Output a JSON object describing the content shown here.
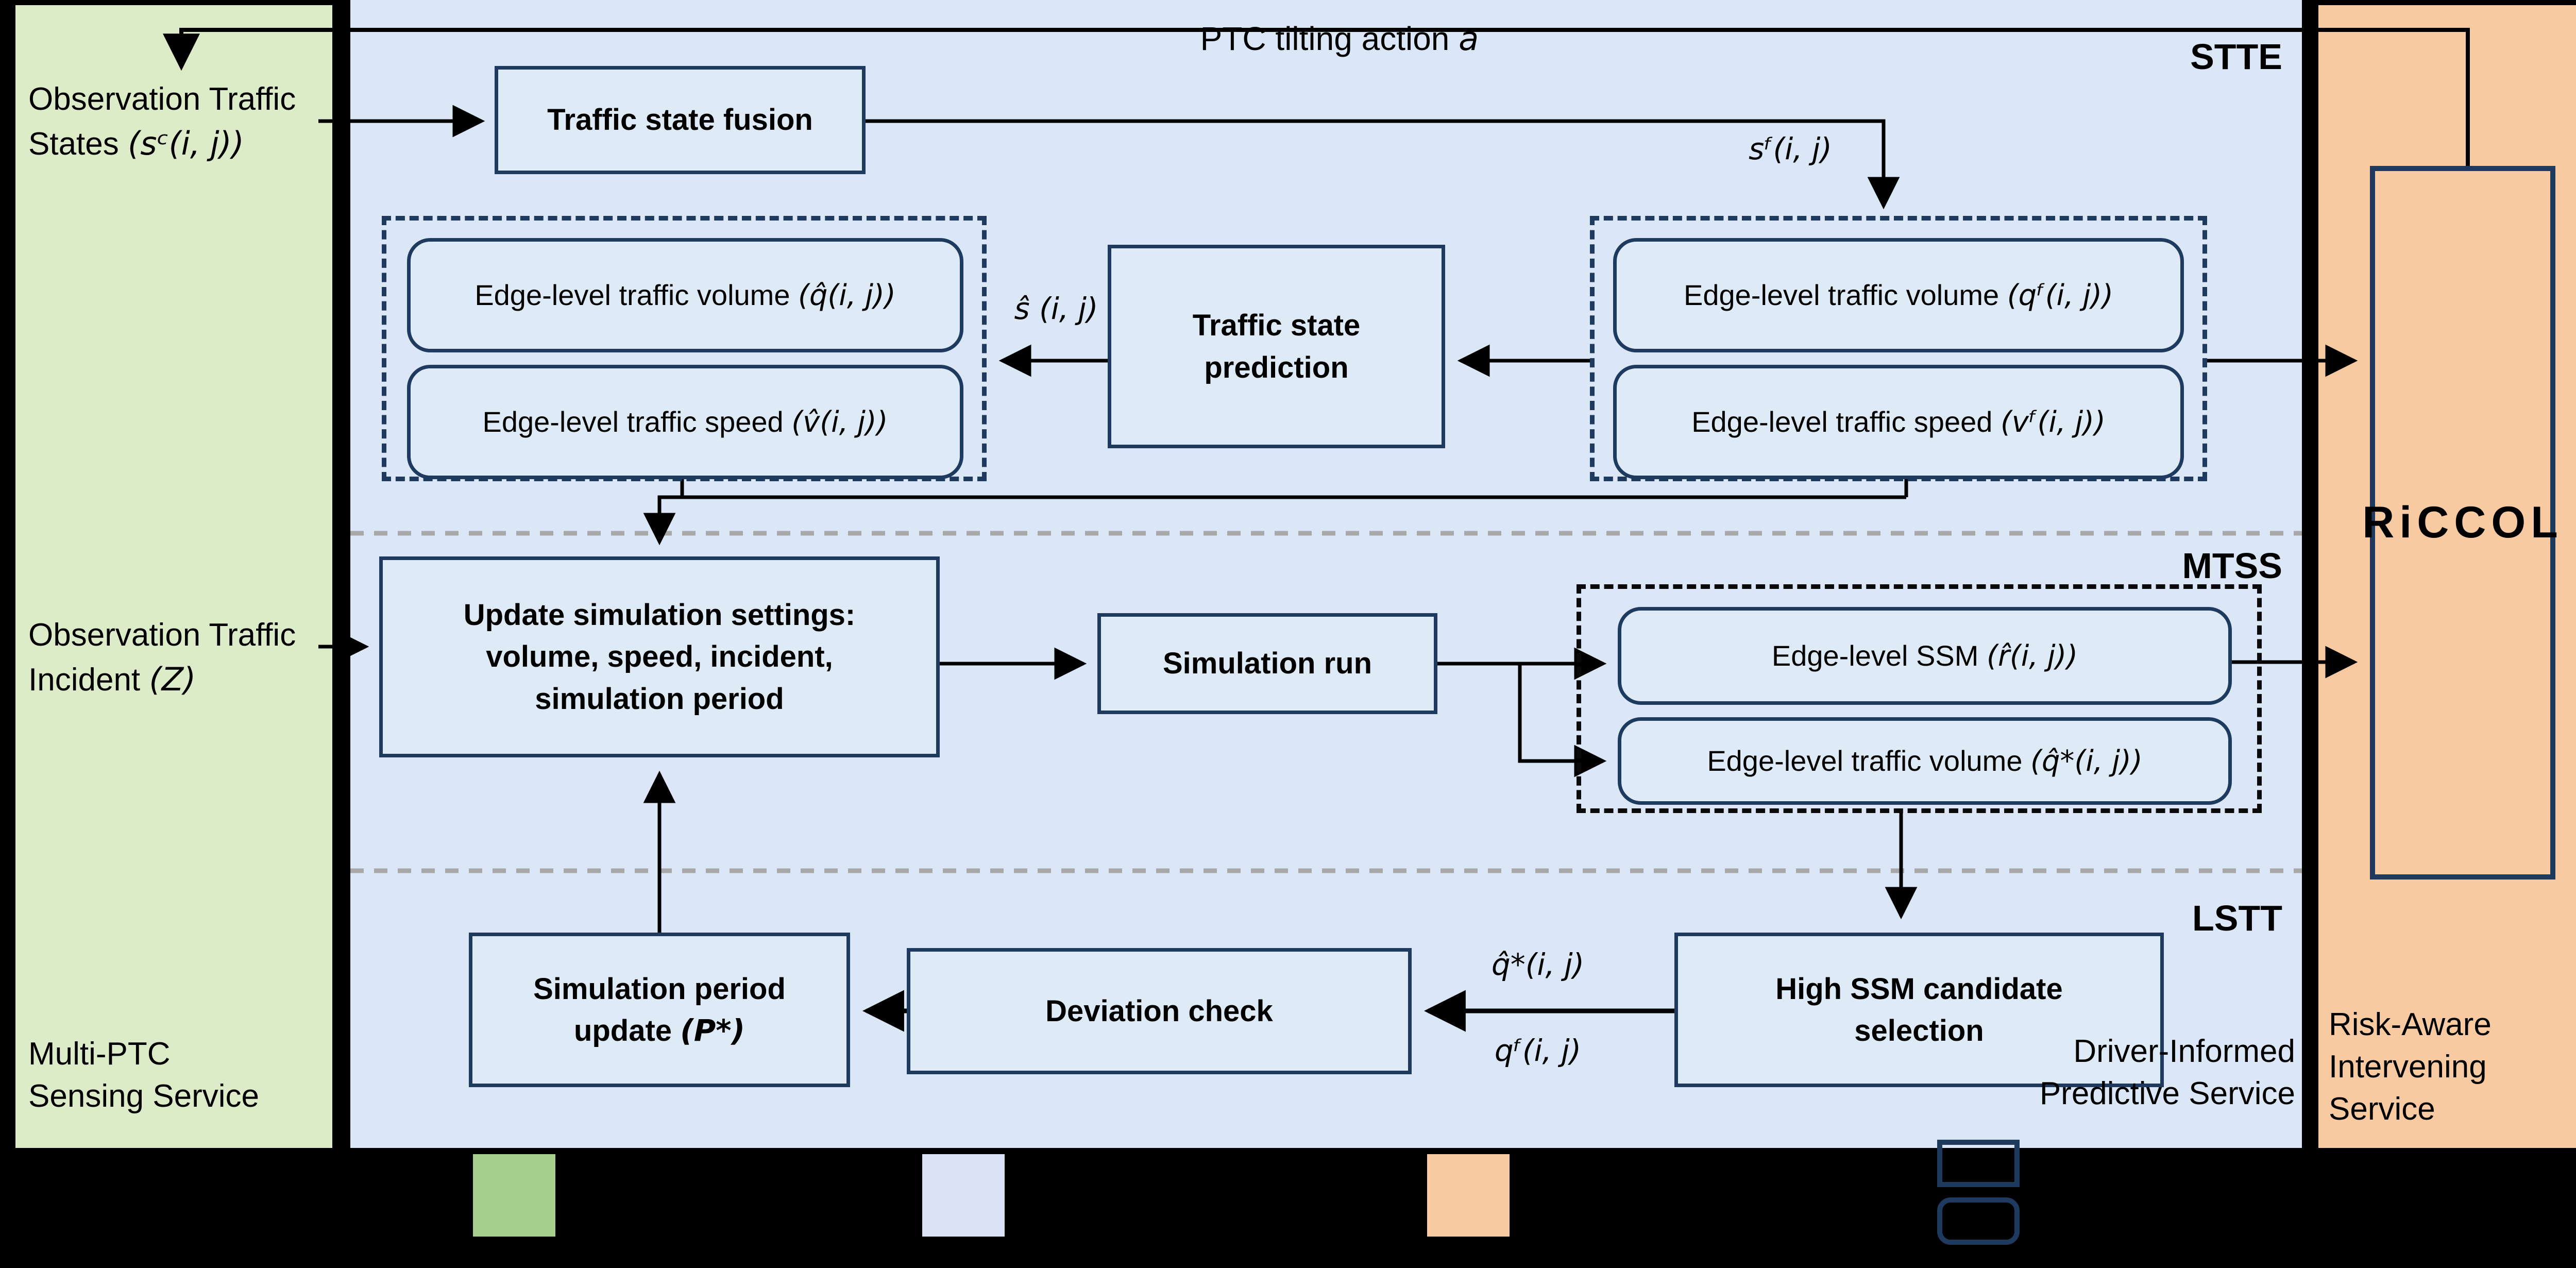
{
  "top": {
    "ptc_label": {
      "text": "PTC tilting action ",
      "math": "a"
    }
  },
  "sections": {
    "stte": "STTE",
    "mtss": "MTSS",
    "lstt": "LSTT"
  },
  "green_panel": {
    "states": {
      "line1": "Observation Traffic",
      "line2_text": "States ",
      "line2_math": "(sᶜ(i, j))"
    },
    "incident": {
      "line1": "Observation Traffic",
      "line2_text": "Incident ",
      "line2_math": "(Z)"
    },
    "footer": {
      "line1": "Multi-PTC",
      "line2": "Sensing Service"
    }
  },
  "blue_panel": {
    "fusion": "Traffic state fusion",
    "prediction": {
      "line1": "Traffic state",
      "line2": "prediction"
    },
    "stte_left": {
      "volume": {
        "text": "Edge-level traffic volume ",
        "math": "(q̂(i, j))"
      },
      "speed": {
        "text": "Edge-level traffic speed ",
        "math": "(v̂(i, j))"
      }
    },
    "stte_right": {
      "volume": {
        "text": "Edge-level traffic volume ",
        "math": "(qᶠ(i, j))"
      },
      "speed": {
        "text": "Edge-level traffic speed ",
        "math": "(vᶠ(i, j))"
      }
    },
    "update_settings": {
      "line1": "Update simulation settings:",
      "line2": "volume, speed, incident,",
      "line3": "simulation period"
    },
    "sim_run": "Simulation run",
    "mtss_box": {
      "ssm": {
        "text": "Edge-level SSM ",
        "math": "(r̂(i, j))"
      },
      "volume": {
        "text": "Edge-level traffic volume ",
        "math": "(q̂*(i, j))"
      }
    },
    "sim_period": {
      "line1": "Simulation period",
      "line2_text": "update ",
      "line2_math": "(P*)"
    },
    "deviation": "Deviation check",
    "high_ssm": {
      "line1": "High SSM candidate",
      "line2": "selection"
    },
    "footer": {
      "line1": "Driver-Informed",
      "line2": "Predictive Service"
    }
  },
  "orange_panel": {
    "riccol": "RiCCOL",
    "footer": {
      "line1": "Risk-Aware",
      "line2": "Intervening",
      "line3": "Service"
    }
  },
  "edge_labels": {
    "sf": "sᶠ(i, j)",
    "shat": "ŝ (i, j)",
    "qstar": "q̂*(i, j)",
    "qf": "qᶠ(i, j)"
  },
  "colors": {
    "sensing_green_panel": "#dcebc8",
    "predictive_blue_panel": "#dbe7f6",
    "intervening_orange_panel": "#f8caa2",
    "box_fill": "#dfeaf7",
    "navy_outline": "#1e3a5f",
    "legend_green": "#a6cf8e",
    "legend_blue": "#dae3f3",
    "legend_orange": "#f8caa2",
    "separator_gray": "#a8a8a8",
    "line_black": "#000000"
  },
  "legend": {
    "swatches": [
      "sensing-service-green",
      "predictive-service-blue",
      "intervening-service-orange",
      "process-box-outline",
      "data-box-outline"
    ]
  }
}
